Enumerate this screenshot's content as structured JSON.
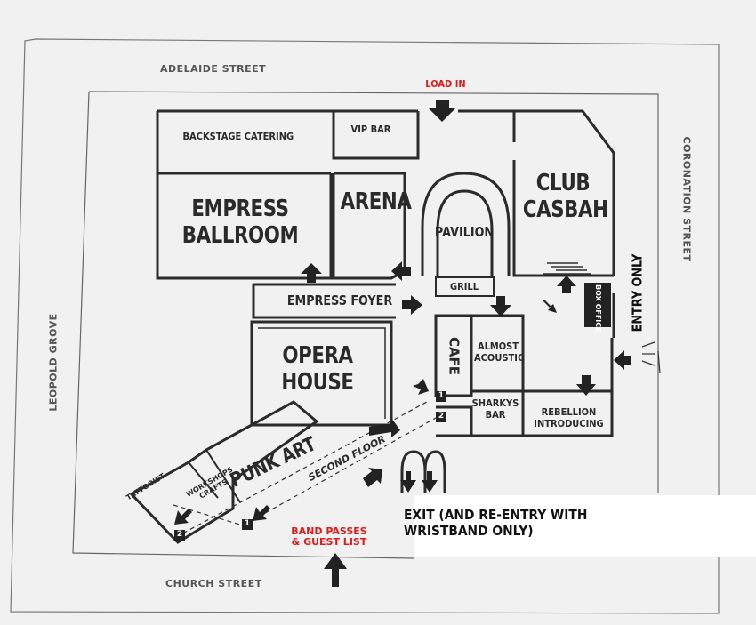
{
  "streets": {
    "north": "ADELAIDE STREET",
    "east": "CORONATION STREET",
    "west": "LEOPOLD GROVE",
    "south": "CHURCH STREET"
  },
  "venues": {
    "backstage_catering": "BACKSTAGE CATERING",
    "vip_bar": "VIP BAR",
    "empress_ballroom": [
      "EMPRESS",
      "BALLROOM"
    ],
    "arena": "ARENA",
    "pavilion": "PAVILION",
    "club_casbah": [
      "CLUB",
      "CASBAH"
    ],
    "grill": "GRILL",
    "empress_foyer": "EMPRESS FOYER",
    "box_office": "BOX OFFICE",
    "opera_house": [
      "OPERA",
      "HOUSE"
    ],
    "cafe": "CAFE",
    "almost_acoustic": [
      "ALMOST",
      "ACOUSTIC"
    ],
    "sharkys_bar": [
      "SHARKYS",
      "BAR"
    ],
    "rebellion_introducing": [
      "REBELLION",
      "INTRODUCING"
    ],
    "punk_art": "PUNK ART",
    "workshops_crafts": [
      "WORKSHOPS",
      "CRAFTS"
    ],
    "tattooist": "TATTOOIST",
    "second_floor": "SECOND FLOOR"
  },
  "entrances": {
    "load_in": "LOAD IN",
    "entry_only": "ENTRY ONLY",
    "band_passes": [
      "BAND PASSES",
      "& GUEST LIST"
    ],
    "exit": "EXIT (AND RE-ENTRY WITH WRISTBAND ONLY)"
  },
  "floor_markers": [
    "1",
    "2",
    "1",
    "2"
  ],
  "colors": {
    "walls": "#2b2b2b",
    "background": "#f1f1f1",
    "accent_red": "#e01a1a",
    "box_office_fill": "#222222"
  }
}
